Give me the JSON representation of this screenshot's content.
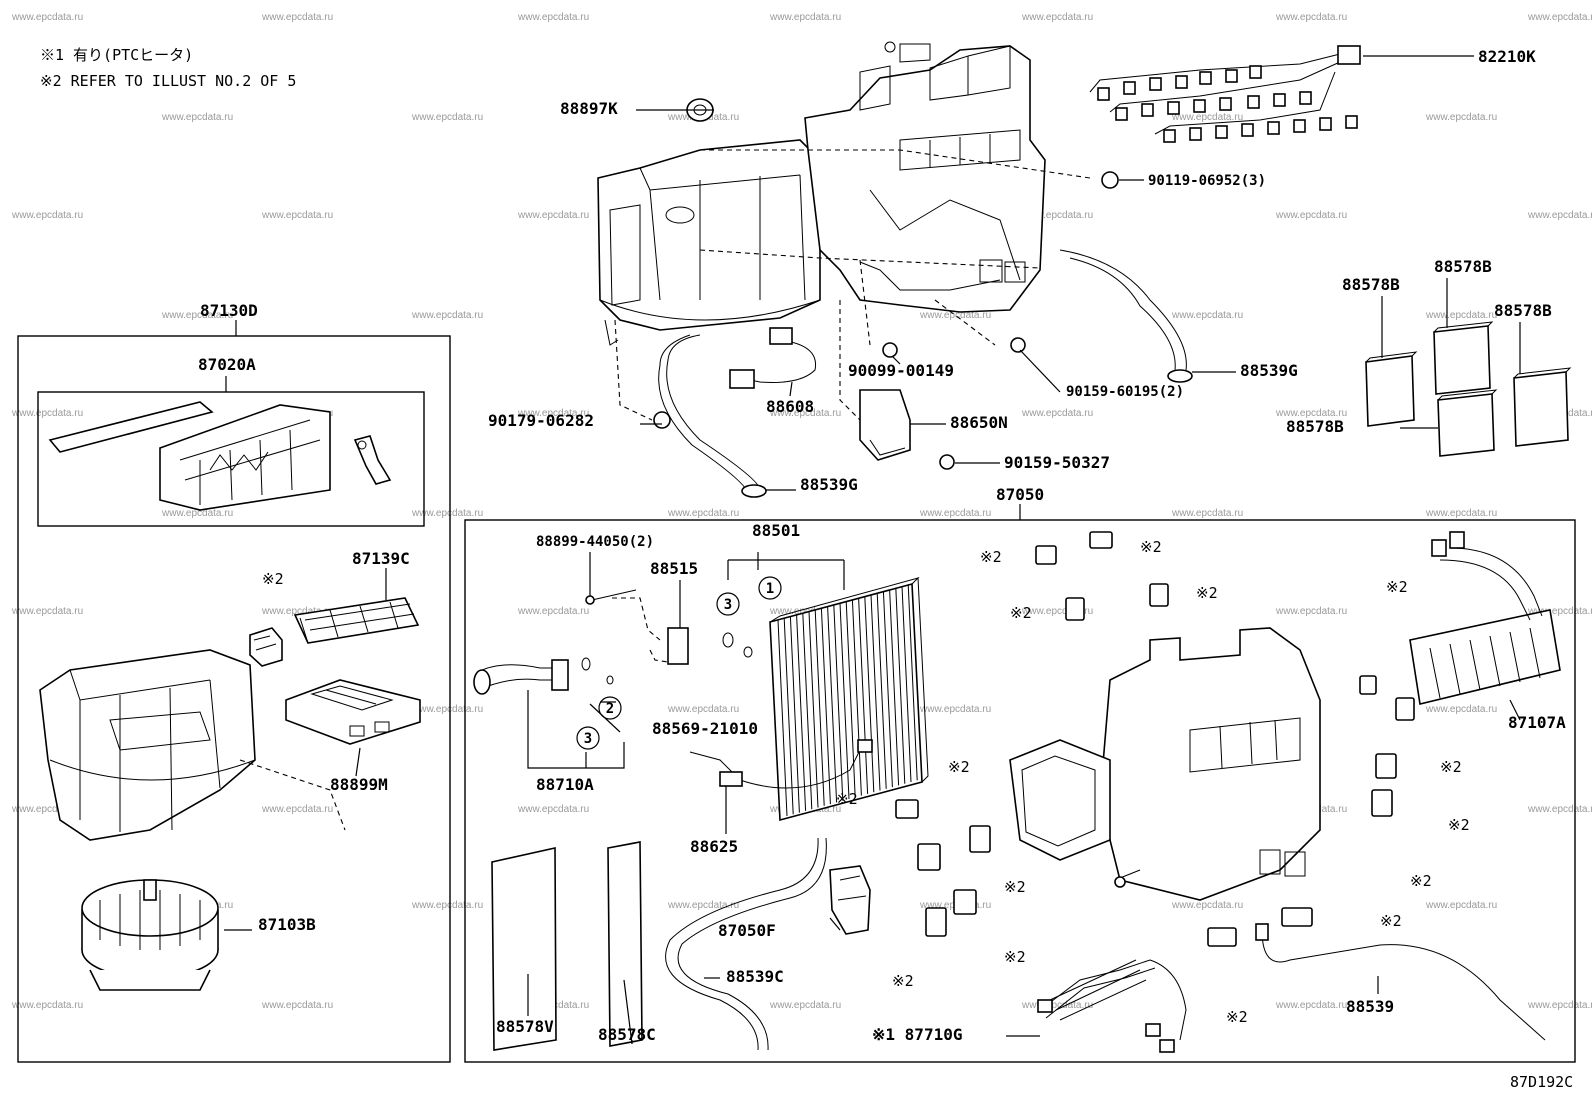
{
  "notes": [
    "※1 有り(PTCヒータ)",
    "※2 REFER TO ILLUST NO.2 OF 5"
  ],
  "illustration_code": "87D192C",
  "watermark_text": "www.epcdata.ru",
  "part_labels": [
    {
      "id": "82210K",
      "text": "82210K"
    },
    {
      "id": "88897K",
      "text": "88897K"
    },
    {
      "id": "90119-06952",
      "text": "90119-06952(3)"
    },
    {
      "id": "87130D",
      "text": "87130D"
    },
    {
      "id": "87020A",
      "text": "87020A"
    },
    {
      "id": "88578B-1",
      "text": "88578B"
    },
    {
      "id": "88578B-2",
      "text": "88578B"
    },
    {
      "id": "88578B-3",
      "text": "88578B"
    },
    {
      "id": "88578B-4",
      "text": "88578B"
    },
    {
      "id": "88539G-1",
      "text": "88539G"
    },
    {
      "id": "90099-00149",
      "text": "90099-00149"
    },
    {
      "id": "90159-60195",
      "text": "90159-60195(2)"
    },
    {
      "id": "88608",
      "text": "88608"
    },
    {
      "id": "90179-06282",
      "text": "90179-06282"
    },
    {
      "id": "88650N",
      "text": "88650N"
    },
    {
      "id": "90159-50327",
      "text": "90159-50327"
    },
    {
      "id": "88539G-2",
      "text": "88539G"
    },
    {
      "id": "87050",
      "text": "87050"
    },
    {
      "id": "88899-44050",
      "text": "88899-44050(2)"
    },
    {
      "id": "88501",
      "text": "88501"
    },
    {
      "id": "88515",
      "text": "88515"
    },
    {
      "id": "87139C",
      "text": "87139C"
    },
    {
      "id": "88899M",
      "text": "88899M"
    },
    {
      "id": "88569-21010",
      "text": "88569-21010"
    },
    {
      "id": "88710A",
      "text": "88710A"
    },
    {
      "id": "88625",
      "text": "88625"
    },
    {
      "id": "87103B",
      "text": "87103B"
    },
    {
      "id": "87107A",
      "text": "87107A"
    },
    {
      "id": "87050F",
      "text": "87050F"
    },
    {
      "id": "88539C",
      "text": "88539C"
    },
    {
      "id": "88578V",
      "text": "88578V"
    },
    {
      "id": "88578C",
      "text": "88578C"
    },
    {
      "id": "87710G",
      "text": "※1 87710G"
    },
    {
      "id": "88539",
      "text": "88539"
    }
  ],
  "ref_marks": "※2",
  "circle_numbers": [
    "3",
    "1",
    "2",
    "3"
  ]
}
